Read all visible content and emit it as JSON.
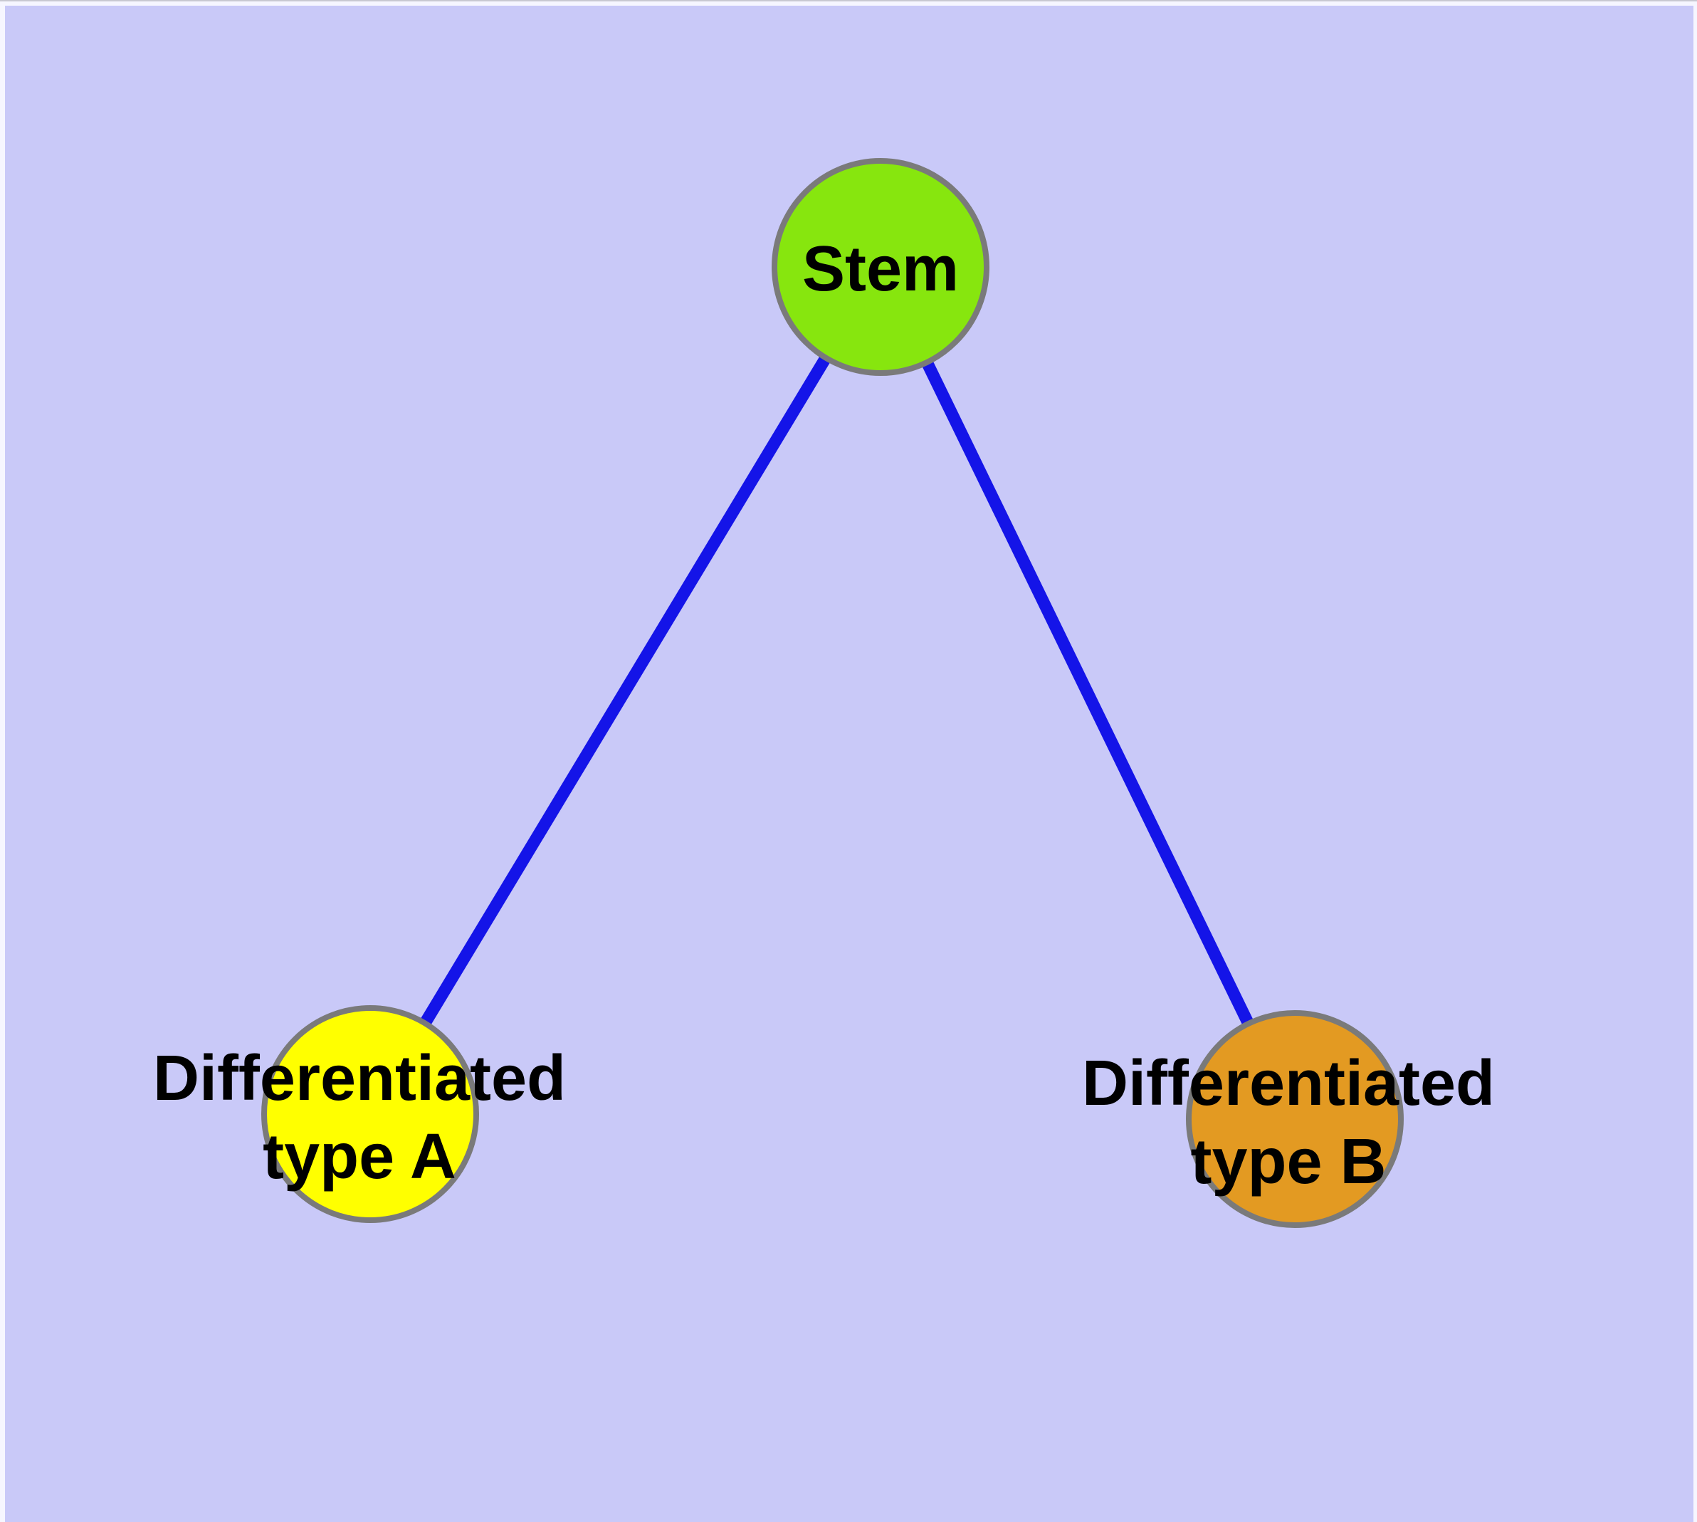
{
  "figure": {
    "title": "",
    "panel_background_color": "#C9C9F8",
    "frame_color": "#F6F6FF",
    "frame_hairline_color": "#C9C9D2",
    "label_color": "#000000",
    "node_border_color": "#7A7A7A",
    "edge_color": "#1414E8",
    "nodes": [
      {
        "id": "stem",
        "label": "Stem",
        "label_line1": "Stem",
        "label_line2": "",
        "fill": "#87E60E"
      },
      {
        "id": "type-a",
        "label": "Differentiated type A",
        "label_line1": "Differentiated",
        "label_line2": "type A",
        "fill": "#FFFF00"
      },
      {
        "id": "type-b",
        "label": "Differentiated type B",
        "label_line1": "Differentiated",
        "label_line2": "type B",
        "fill": "#E39A22"
      }
    ],
    "edges": [
      {
        "from": "stem",
        "to": "type-a"
      },
      {
        "from": "stem",
        "to": "type-b"
      }
    ]
  }
}
